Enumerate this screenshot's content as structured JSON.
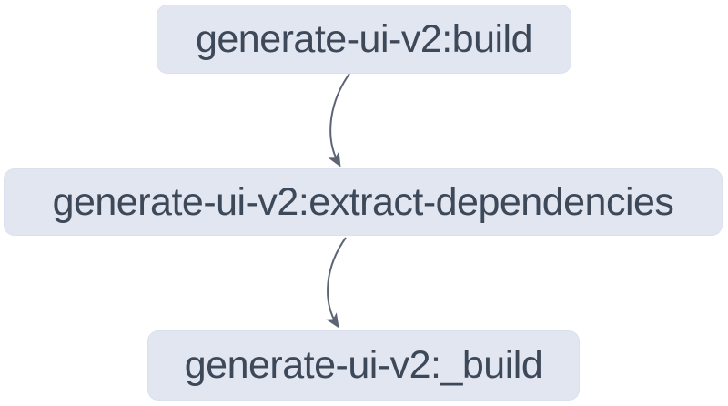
{
  "diagram": {
    "type": "task-dependency-graph",
    "colors": {
      "background": "#ffffff",
      "node_fill": "#e2e6f1",
      "node_border": "#dbe0ee",
      "node_text": "#3d4859",
      "arrow": "#5d6575"
    },
    "nodes": [
      {
        "id": "generate-ui-v2:build",
        "label": "generate-ui-v2:build"
      },
      {
        "id": "generate-ui-v2:extract-dependencies",
        "label": "generate-ui-v2:extract-dependencies"
      },
      {
        "id": "generate-ui-v2:_build",
        "label": "generate-ui-v2:_build"
      }
    ],
    "edges": [
      {
        "from": "generate-ui-v2:build",
        "to": "generate-ui-v2:extract-dependencies"
      },
      {
        "from": "generate-ui-v2:extract-dependencies",
        "to": "generate-ui-v2:_build"
      }
    ]
  }
}
